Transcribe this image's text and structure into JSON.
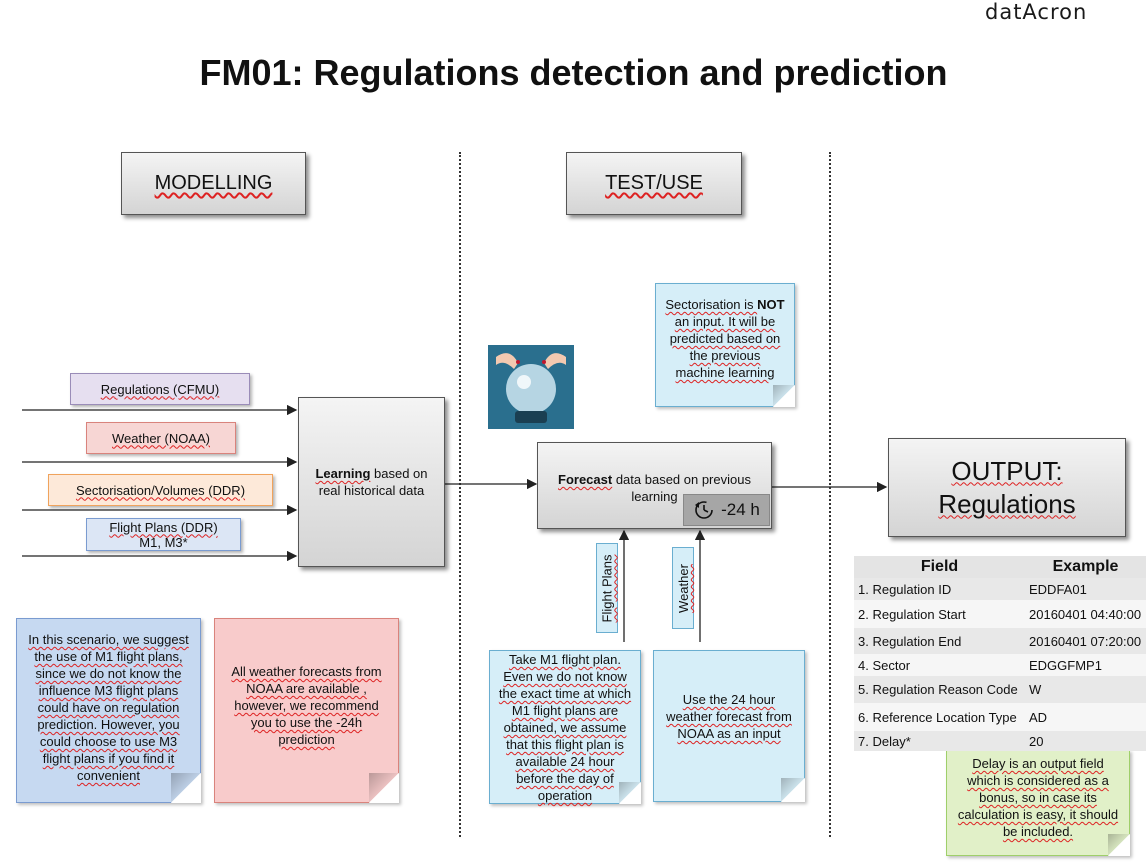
{
  "logo": "datAcron",
  "title": "FM01: Regulations detection and prediction",
  "phases": {
    "modelling": "MODELLING",
    "test_use": "TEST/USE"
  },
  "inputs": {
    "regulations": "Regulations (CFMU)",
    "weather": "Weather (NOAA)",
    "sectorisation": "Sectorisation/Volumes (DDR)",
    "flight_plans_line1": "Flight Plans (DDR)",
    "flight_plans_line2": "M1, M3*"
  },
  "learning": {
    "bold": "Learning",
    "rest": " based on real historical data"
  },
  "forecast": {
    "bold": "Forecast",
    "rest": " data based on previous learning",
    "time": "-24 h"
  },
  "output": {
    "line1": "OUTPUT:",
    "line2": "Regulations"
  },
  "sectorisation_note": {
    "prefix": "Sectorisation is ",
    "bold": "NOT",
    "rest": " an input. It will be predicted based on the previous machine learning"
  },
  "side_labels": {
    "flight_plans": "Flight Plans",
    "weather": "Weather"
  },
  "notes": {
    "scenario": "In this scenario, we suggest the use of M1 flight plans, since we do not know the influence M3 flight plans could have on regulation prediction. However, you could choose to use M3 flight plans if you find it convenient",
    "weather_forecasts": "All weather forecasts from NOAA are available , however, we recommend you to use the -24h prediction",
    "m1_plan": "Take M1 flight plan. Even we do not know the exact time at which M1 flight plans are obtained, we assume that this flight plan is available 24 hour before the day of operation",
    "forecast_24h": "Use the 24 hour weather forecast from NOAA as an input",
    "delay": "Delay is an output field which is considered as a bonus, so in case its calculation is easy, it should be included."
  },
  "table": {
    "headers": [
      "Field",
      "Example"
    ],
    "rows": [
      [
        "1. Regulation ID",
        "EDDFA01"
      ],
      [
        "2. Regulation Start",
        "20160401 04:40:00"
      ],
      [
        "3. Regulation End",
        "20160401 07:20:00"
      ],
      [
        "4. Sector",
        "EDGGFMP1"
      ],
      [
        "5. Regulation Reason Code",
        "W"
      ],
      [
        "6. Reference Location Type",
        "AD"
      ],
      [
        "7. Delay*",
        "20"
      ]
    ]
  },
  "colors": {
    "purple": "#e6dff0",
    "red": "#f7d6d4",
    "orange": "#fde9d9",
    "blue": "#dce6f5",
    "note_blue": "#c6d9f1",
    "note_red": "#f8cbcb",
    "note_cyan": "#d6eef8",
    "note_green": "#e1f0c8"
  },
  "icons": {
    "crystal_ball": "crystal-ball-icon",
    "clock": "clock-rewind-icon"
  }
}
